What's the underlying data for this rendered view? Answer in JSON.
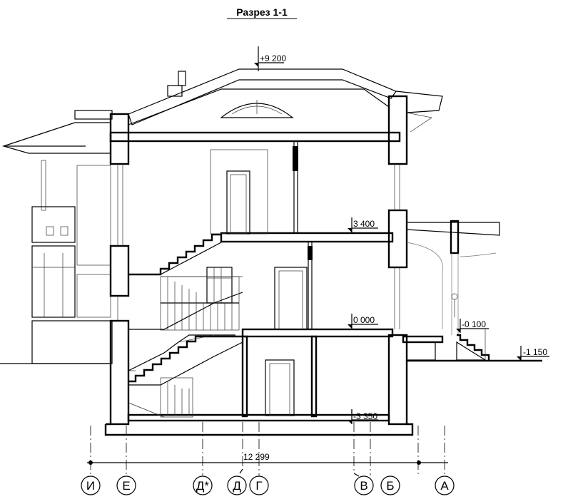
{
  "title": "Разрез  1-1",
  "elevations": {
    "roof_top": "+9 200",
    "second_floor": "3 400",
    "ground_floor": "0 000",
    "basement": "-3 350",
    "porch": "-0 100",
    "grade": "-1 150"
  },
  "dimension": "12 299",
  "axes": [
    "И",
    "Е",
    "Д*",
    "Д",
    "Г",
    "В",
    "Б",
    "А"
  ]
}
